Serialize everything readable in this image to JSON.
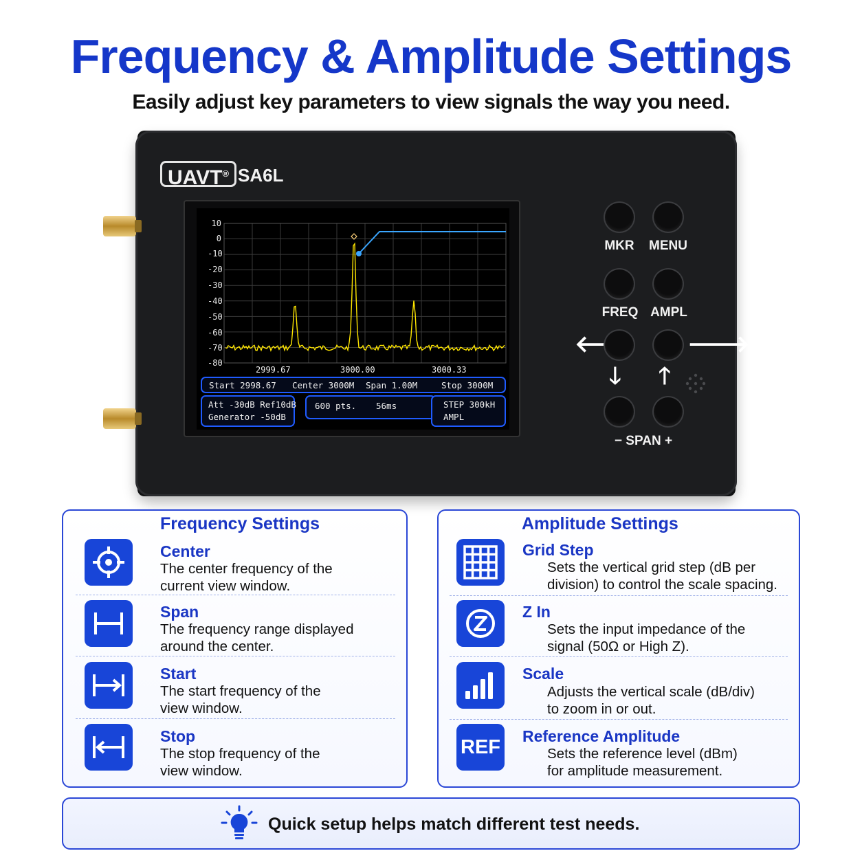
{
  "header": {
    "title": "Frequency & Amplitude Settings",
    "subtitle": "Easily adjust key parameters to view signals the way you need."
  },
  "device": {
    "brand": "UAVT",
    "trademark": "®",
    "model": "SA6L",
    "buttons": {
      "mkr": "MKR",
      "menu": "MENU",
      "freq": "FREQ",
      "ampl": "AMPL",
      "span": "SPAN"
    }
  },
  "screen": {
    "y_ticks": [
      "10",
      "0",
      "-10",
      "-20",
      "-30",
      "-40",
      "-50",
      "-60",
      "-70",
      "-80"
    ],
    "x_ticks": [
      "2999.67",
      "3000.00",
      "3000.33"
    ],
    "status": {
      "start": "Start  2998.67",
      "center": "Center  3000M",
      "span": "Span  1.00M",
      "stop": "Stop   3000M"
    },
    "info": {
      "att": "Att -30dB Ref10dB",
      "generator": "Generator -50dB",
      "points": "600 pts.",
      "sweep": "56ms",
      "step": "STEP 300kH",
      "mode": "AMPL"
    },
    "trace_color": "#ffe600",
    "marker_color": "#3aa6ff"
  },
  "frequency_card": {
    "title": "Frequency Settings",
    "rows": [
      {
        "icon": "crosshair-icon",
        "head": "Center",
        "desc": [
          "The center frequency of the",
          "current view window."
        ]
      },
      {
        "icon": "span-icon",
        "head": "Span",
        "desc": [
          "The frequency range displayed",
          "around the center."
        ]
      },
      {
        "icon": "start-arrow-icon",
        "head": "Start",
        "desc": [
          "The start frequency of the",
          "view window."
        ]
      },
      {
        "icon": "stop-arrow-icon",
        "head": "Stop",
        "desc": [
          "The stop frequency of the",
          "view window."
        ]
      }
    ]
  },
  "amplitude_card": {
    "title": "Amplitude Settings",
    "rows": [
      {
        "icon": "grid-icon",
        "head": "Grid Step",
        "desc": [
          "Sets the vertical  grid step (dB per",
          "division) to control the scale spacing."
        ]
      },
      {
        "icon": "z-circle-icon",
        "head": "Z In",
        "desc": [
          "Sets the input impedance of the",
          "signal (50Ω or High Z)."
        ]
      },
      {
        "icon": "bar-signal-icon",
        "head": "Scale",
        "desc": [
          "Adjusts the vertical scale (dB/div)",
          "to zoom in or out."
        ]
      },
      {
        "icon": "ref-icon",
        "icon_text": "REF",
        "head": "Reference Amplitude",
        "desc": [
          "Sets the reference level (dBm)",
          "for amplitude measurement."
        ]
      }
    ]
  },
  "banner": {
    "text": "Quick setup helps match different test needs.",
    "icon": "lightbulb-icon"
  },
  "colors": {
    "accent": "#1537c9",
    "icon_bg": "#1845d8",
    "device_body": "#1c1d1f"
  }
}
